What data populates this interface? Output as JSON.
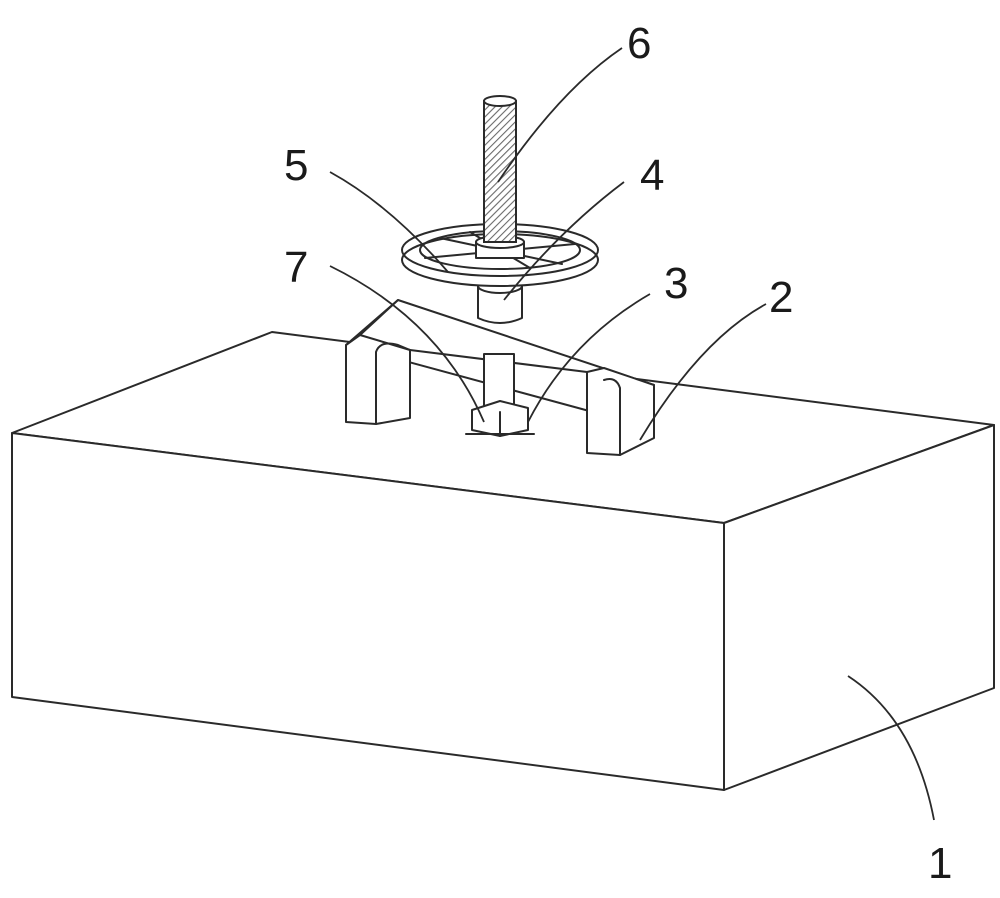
{
  "callouts": {
    "base_block": "1",
    "u_bracket": "2",
    "base_nut": "3",
    "collar": "4",
    "handwheel": "5",
    "threaded_rod": "6",
    "center_shaft": "7"
  },
  "colors": {
    "line": "#2a2a2a",
    "background": "#ffffff",
    "hatch": "#7a7a7a"
  }
}
